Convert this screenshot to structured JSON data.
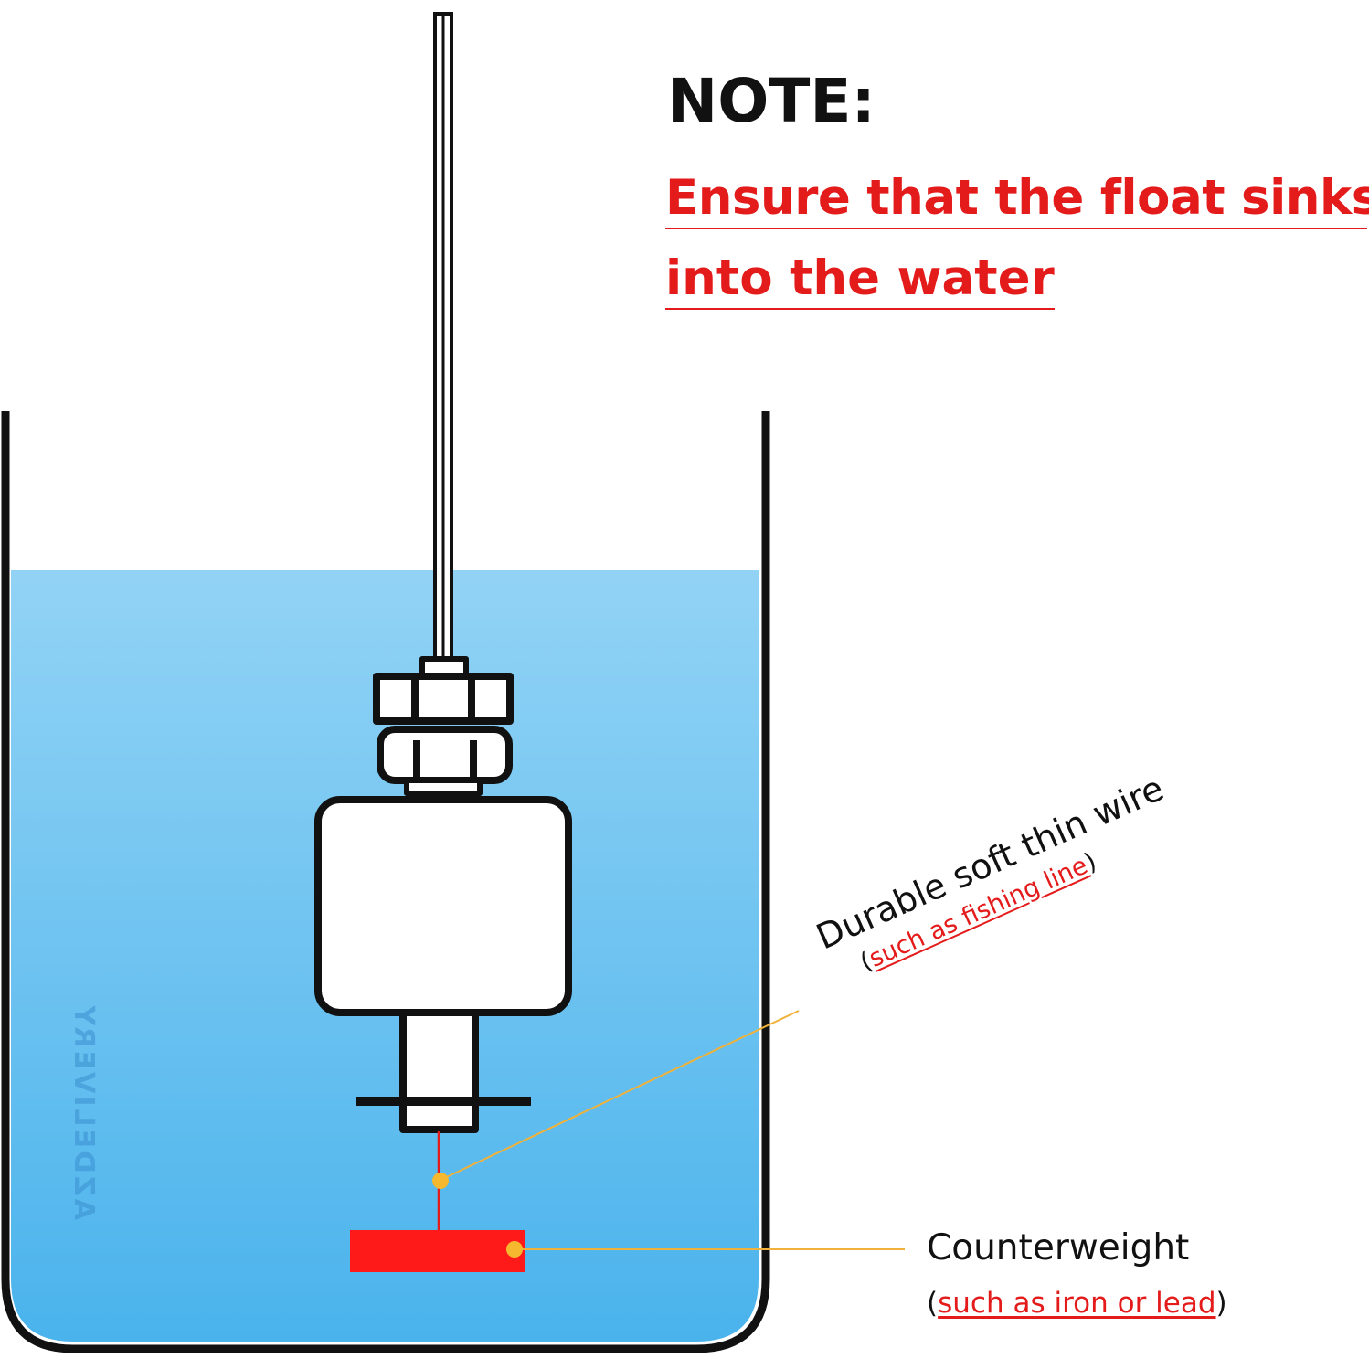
{
  "note": {
    "title": "NOTE:",
    "line1": "Ensure that the float sinks",
    "line2": "into the water"
  },
  "labels": {
    "wire": {
      "main": "Durable soft thin wire",
      "open": "(",
      "sub": "such as fishing line",
      "close": ")"
    },
    "counterweight": {
      "main": "Counterweight",
      "open": "(",
      "sub": "such as iron or lead",
      "close": ")"
    }
  },
  "brand": {
    "text": "AZDELIVERY"
  },
  "colors": {
    "accent_red": "#e41b1b",
    "leader_line": "#f0b23a",
    "water_top": "#92d3f5",
    "water_bottom": "#4ab3ec",
    "outline": "#111111",
    "counterweight": "#ff1a1a"
  }
}
